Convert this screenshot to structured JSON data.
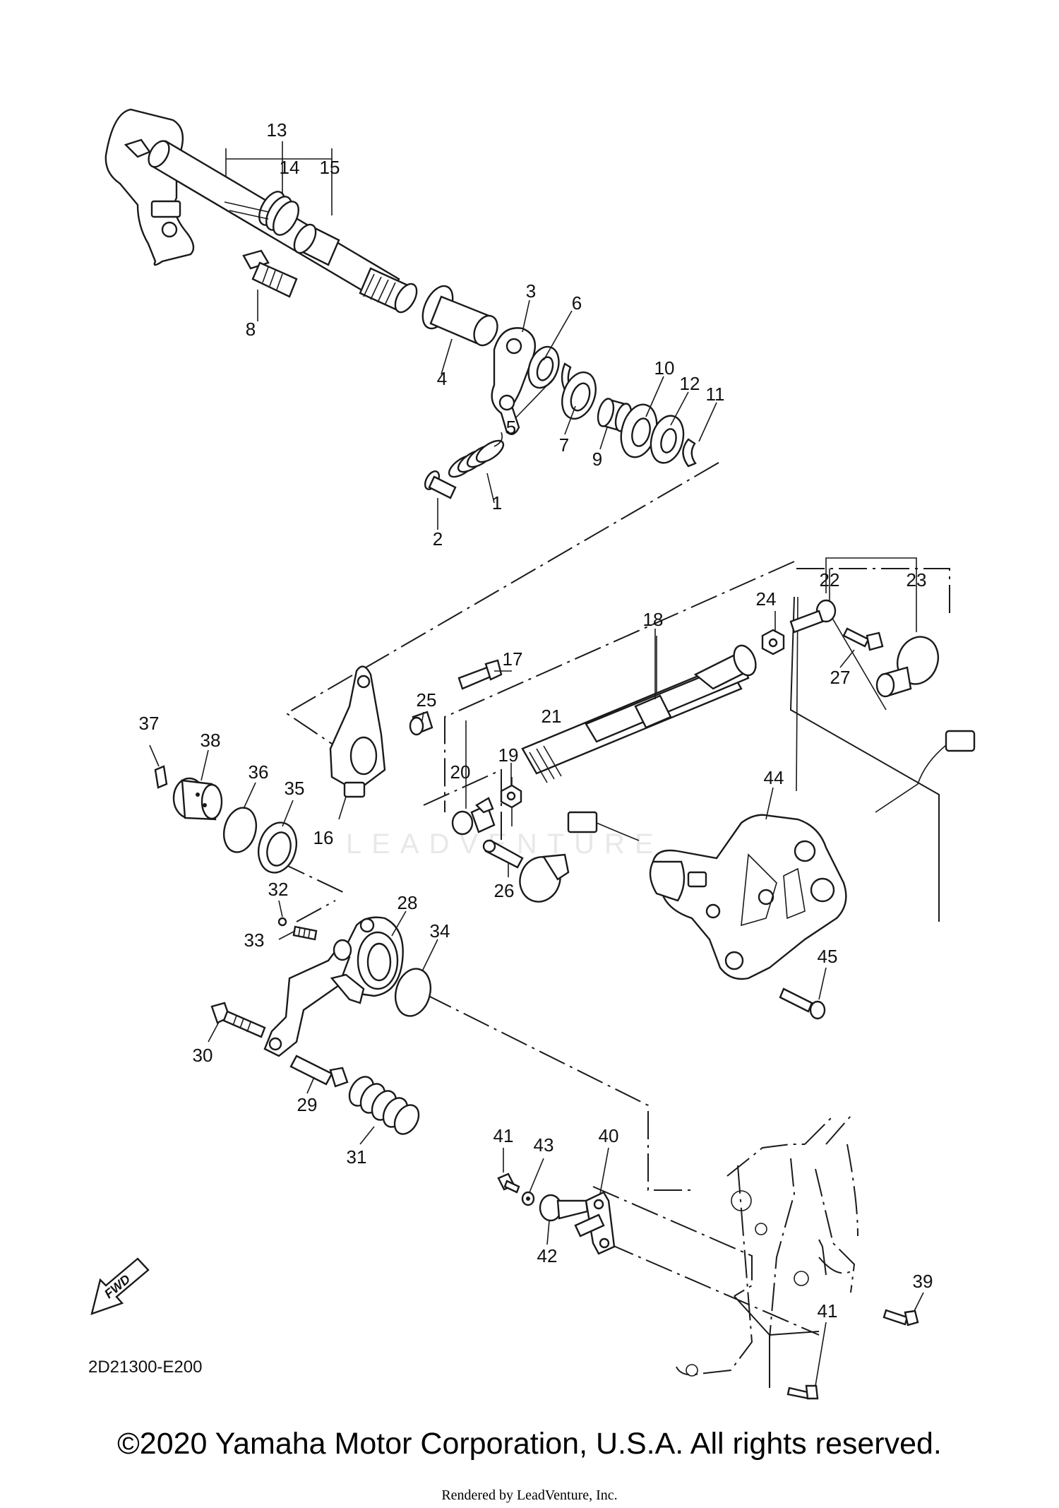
{
  "diagram_code": "2D21300-E200",
  "watermark": "LEADVENTURE",
  "fwd_label": "FWD",
  "copyright": "©2020 Yamaha Motor Corporation, U.S.A. All rights reserved.",
  "rendered_by": "Rendered by LeadVenture, Inc.",
  "callouts": [
    "1",
    "2",
    "3",
    "4",
    "5",
    "6",
    "7",
    "8",
    "9",
    "10",
    "11",
    "12",
    "13",
    "14",
    "15",
    "16",
    "17",
    "18",
    "19",
    "20",
    "21",
    "22",
    "23",
    "24",
    "25",
    "26",
    "27",
    "28",
    "29",
    "30",
    "31",
    "32",
    "33",
    "34",
    "35",
    "36",
    "37",
    "38",
    "39",
    "40",
    "41",
    "42",
    "43",
    "44",
    "45"
  ]
}
